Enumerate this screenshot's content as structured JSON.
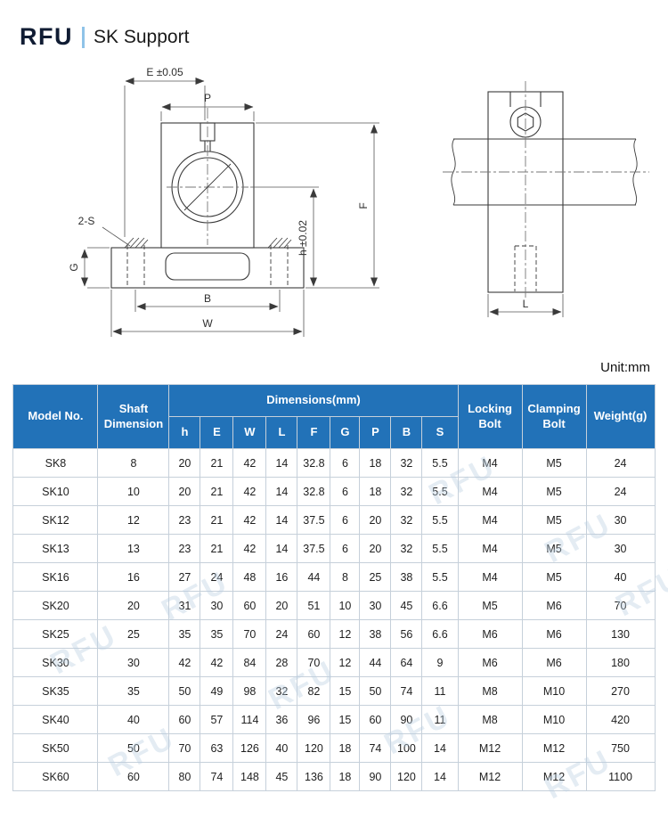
{
  "header": {
    "logo": "RFU",
    "title": "SK Support"
  },
  "watermark": {
    "text": "RFU"
  },
  "diagram": {
    "unit_label": "Unit:mm",
    "labels": {
      "e": "E ±0.05",
      "p": "P",
      "two_s": "2-S",
      "g": "G",
      "b": "B",
      "w": "W",
      "f": "F",
      "h": "h ±0.02",
      "l": "L"
    }
  },
  "table": {
    "header": {
      "model": "Model No.",
      "shaft": "Shaft Dimension",
      "dims_group": "Dimensions(mm)",
      "dim_cols": [
        "h",
        "E",
        "W",
        "L",
        "F",
        "G",
        "P",
        "B",
        "S"
      ],
      "locking": "Locking Bolt",
      "clamping": "Clamping Bolt",
      "weight": "Weight(g)"
    },
    "rows": [
      {
        "model": "SK8",
        "shaft": "8",
        "dims": [
          "20",
          "21",
          "42",
          "14",
          "32.8",
          "6",
          "18",
          "32",
          "5.5"
        ],
        "locking": "M4",
        "clamping": "M5",
        "weight": "24"
      },
      {
        "model": "SK10",
        "shaft": "10",
        "dims": [
          "20",
          "21",
          "42",
          "14",
          "32.8",
          "6",
          "18",
          "32",
          "5.5"
        ],
        "locking": "M4",
        "clamping": "M5",
        "weight": "24"
      },
      {
        "model": "SK12",
        "shaft": "12",
        "dims": [
          "23",
          "21",
          "42",
          "14",
          "37.5",
          "6",
          "20",
          "32",
          "5.5"
        ],
        "locking": "M4",
        "clamping": "M5",
        "weight": "30"
      },
      {
        "model": "SK13",
        "shaft": "13",
        "dims": [
          "23",
          "21",
          "42",
          "14",
          "37.5",
          "6",
          "20",
          "32",
          "5.5"
        ],
        "locking": "M4",
        "clamping": "M5",
        "weight": "30"
      },
      {
        "model": "SK16",
        "shaft": "16",
        "dims": [
          "27",
          "24",
          "48",
          "16",
          "44",
          "8",
          "25",
          "38",
          "5.5"
        ],
        "locking": "M4",
        "clamping": "M5",
        "weight": "40"
      },
      {
        "model": "SK20",
        "shaft": "20",
        "dims": [
          "31",
          "30",
          "60",
          "20",
          "51",
          "10",
          "30",
          "45",
          "6.6"
        ],
        "locking": "M5",
        "clamping": "M6",
        "weight": "70"
      },
      {
        "model": "SK25",
        "shaft": "25",
        "dims": [
          "35",
          "35",
          "70",
          "24",
          "60",
          "12",
          "38",
          "56",
          "6.6"
        ],
        "locking": "M6",
        "clamping": "M6",
        "weight": "130"
      },
      {
        "model": "SK30",
        "shaft": "30",
        "dims": [
          "42",
          "42",
          "84",
          "28",
          "70",
          "12",
          "44",
          "64",
          "9"
        ],
        "locking": "M6",
        "clamping": "M6",
        "weight": "180"
      },
      {
        "model": "SK35",
        "shaft": "35",
        "dims": [
          "50",
          "49",
          "98",
          "32",
          "82",
          "15",
          "50",
          "74",
          "11"
        ],
        "locking": "M8",
        "clamping": "M10",
        "weight": "270"
      },
      {
        "model": "SK40",
        "shaft": "40",
        "dims": [
          "60",
          "57",
          "114",
          "36",
          "96",
          "15",
          "60",
          "90",
          "11"
        ],
        "locking": "M8",
        "clamping": "M10",
        "weight": "420"
      },
      {
        "model": "SK50",
        "shaft": "50",
        "dims": [
          "70",
          "63",
          "126",
          "40",
          "120",
          "18",
          "74",
          "100",
          "14"
        ],
        "locking": "M12",
        "clamping": "M12",
        "weight": "750"
      },
      {
        "model": "SK60",
        "shaft": "60",
        "dims": [
          "80",
          "74",
          "148",
          "45",
          "136",
          "18",
          "90",
          "120",
          "14"
        ],
        "locking": "M12",
        "clamping": "M12",
        "weight": "1100"
      }
    ]
  }
}
